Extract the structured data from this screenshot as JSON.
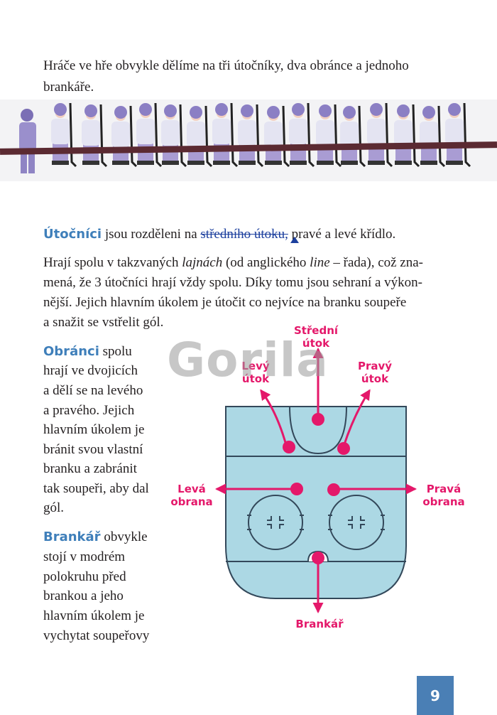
{
  "intro": {
    "line1": "Hráče ve hře obvykle dělíme na tři útočníky, dva obránce a jednoho",
    "line2": "brankáře."
  },
  "forwards": {
    "keyword": "Útočníci",
    "text_before": " jsou rozděleni na ",
    "struck": "středního útoku,",
    "text_after": " pravé a levé křídlo."
  },
  "lines_para": {
    "l1_a": "Hrají spolu v takzvaných ",
    "l1_italic1": "lajnách",
    "l1_b": " (od anglického ",
    "l1_italic2": "line",
    "l1_c": " – řada), což zna-",
    "l2": "mená, že 3 útočníci hrají vždy spolu. Díky tomu jsou sehraní a výkon-",
    "l3": "nější. Jejich hlavním úkolem je útočit co nejvíce na branku soupeře",
    "l4": "a snažit se vstřelit gól."
  },
  "defenders": {
    "keyword": "Obránci",
    "l1": " spolu",
    "l2": "hrají ve dvojicích",
    "l3": "a dělí se na levého",
    "l4": "a pravého. Jejich",
    "l5": "hlavním úkolem je",
    "l6": "bránit svou vlastní",
    "l7": "branku a zabránit",
    "l8": "tak soupeři, aby dal",
    "l9": "gól."
  },
  "goalie": {
    "keyword": "Brankář",
    "l1": " obvykle",
    "l2": "stojí v modrém",
    "l3": "polokruhu před",
    "l4": "brankou a jeho",
    "l5": "hlavním úkolem je",
    "l6": "vychytat soupeřovy"
  },
  "diagram": {
    "center_forward_1": "Střední",
    "center_forward_2": "útok",
    "left_forward_1": "Levý",
    "left_forward_2": "útok",
    "right_forward_1": "Pravý",
    "right_forward_2": "útok",
    "left_defense_1": "Levá",
    "left_defense_2": "obrana",
    "right_defense_1": "Pravá",
    "right_defense_2": "obrana",
    "goalie": "Brankář"
  },
  "watermark": "Gorila",
  "page_number": "9",
  "colors": {
    "accent_blue": "#3f7fba",
    "magenta": "#e4186a",
    "ice": "#acd8e4",
    "bench": "#5b2a32",
    "page_box": "#4a7fb5"
  }
}
